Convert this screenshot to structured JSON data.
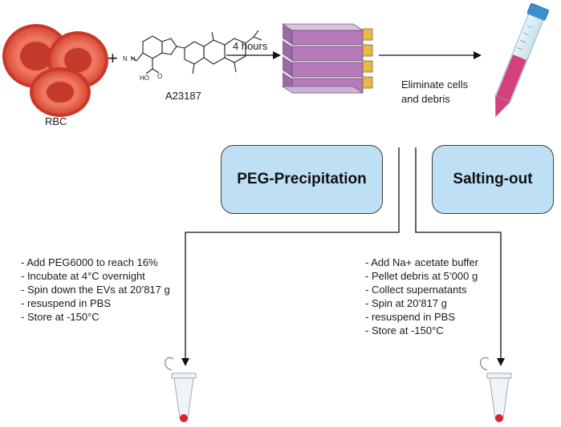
{
  "top_row": {
    "rbc_label": "RBC",
    "plus_sign": "+",
    "compound_label": "A23187",
    "incubation_label": "4 hours",
    "eliminate_label_line1": "Eliminate cells",
    "eliminate_label_line2": "and debris"
  },
  "methods": {
    "peg": {
      "title": "PEG-Precipitation",
      "steps": [
        "- Add PEG6000 to reach 16%",
        "- Incubate at 4°C overnight",
        "- Spin down the EVs at 20’817 g",
        "- resuspend  in PBS",
        "- Store at -150°C"
      ]
    },
    "salting": {
      "title": "Salting-out",
      "steps": [
        "- Add Na+ acetate buffer",
        "- Pellet debris at  5’000 g",
        "- Collect supernatants",
        "- Spin at  20’817 g",
        "- resuspend in PBS",
        "- Store at -150°C"
      ]
    }
  },
  "colors": {
    "rbc_fill": "#e8604c",
    "rbc_dark": "#c23a2a",
    "box_fill": "#bfe0f4",
    "flask_fill": "#b57ab8",
    "cap_fill": "#e9b84a",
    "tube_liquid": "#d4417a",
    "pellet": "#d9232f"
  }
}
